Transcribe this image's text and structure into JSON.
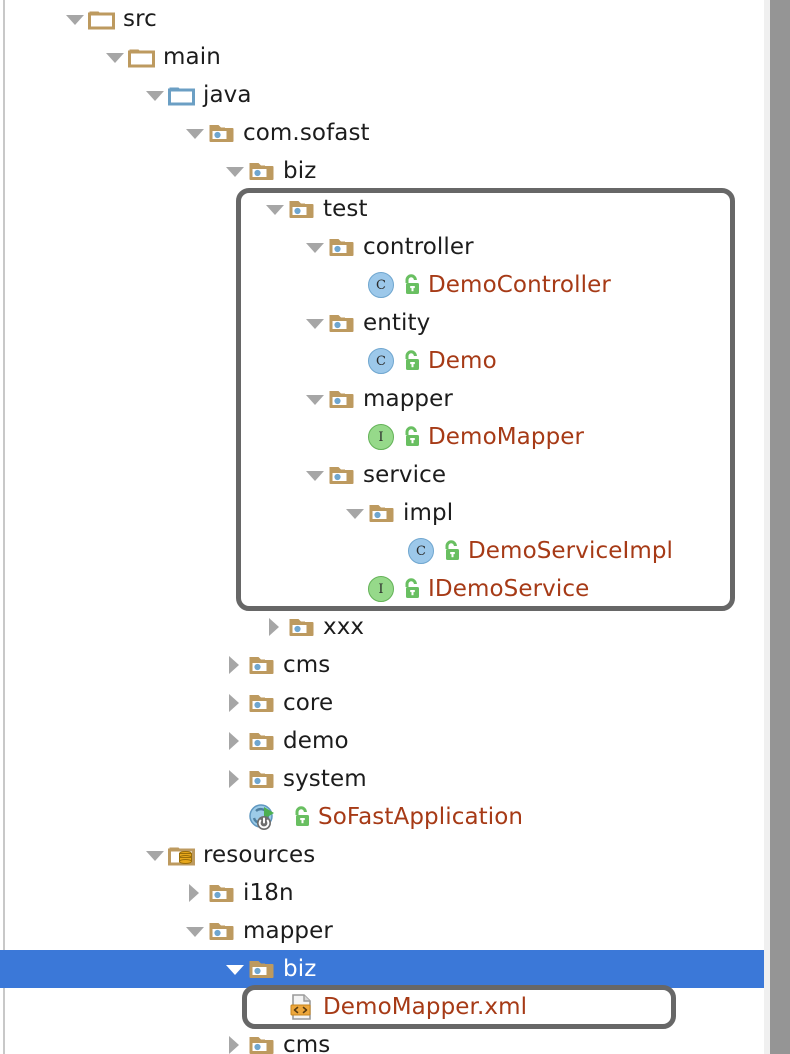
{
  "panel": {
    "name": "project-tree",
    "selection_color": "#3b78d8",
    "code_text_color": "#a63a16",
    "text_color": "#1c1c1c",
    "folder_color": "#bd9a5f",
    "highlight_box_color": "#676767"
  },
  "tree": [
    {
      "label": "src",
      "indent": 1,
      "arrow": "down",
      "icon": "folder-plain",
      "type": "folder",
      "selected": false
    },
    {
      "label": "main",
      "indent": 2,
      "arrow": "down",
      "icon": "folder-plain",
      "type": "folder",
      "selected": false
    },
    {
      "label": "java",
      "indent": 3,
      "arrow": "down",
      "icon": "folder-source",
      "type": "folder",
      "selected": false
    },
    {
      "label": "com.sofast",
      "indent": 4,
      "arrow": "down",
      "icon": "folder-pkg",
      "type": "package",
      "selected": false
    },
    {
      "label": "biz",
      "indent": 5,
      "arrow": "down",
      "icon": "folder-pkg",
      "type": "package",
      "selected": false
    },
    {
      "label": "test",
      "indent": 6,
      "arrow": "down",
      "icon": "folder-pkg",
      "type": "package",
      "selected": false
    },
    {
      "label": "controller",
      "indent": 7,
      "arrow": "down",
      "icon": "folder-pkg",
      "type": "package",
      "selected": false
    },
    {
      "label": "DemoController",
      "indent": 8,
      "arrow": "none",
      "icon": "class",
      "type": "class",
      "selected": false
    },
    {
      "label": "entity",
      "indent": 7,
      "arrow": "down",
      "icon": "folder-pkg",
      "type": "package",
      "selected": false
    },
    {
      "label": "Demo",
      "indent": 8,
      "arrow": "none",
      "icon": "class",
      "type": "class",
      "selected": false
    },
    {
      "label": "mapper",
      "indent": 7,
      "arrow": "down",
      "icon": "folder-pkg",
      "type": "package",
      "selected": false
    },
    {
      "label": "DemoMapper",
      "indent": 8,
      "arrow": "none",
      "icon": "interface",
      "type": "interface",
      "selected": false
    },
    {
      "label": "service",
      "indent": 7,
      "arrow": "down",
      "icon": "folder-pkg",
      "type": "package",
      "selected": false
    },
    {
      "label": "impl",
      "indent": 8,
      "arrow": "down",
      "icon": "folder-pkg",
      "type": "package",
      "selected": false
    },
    {
      "label": "DemoServiceImpl",
      "indent": 9,
      "arrow": "none",
      "icon": "class",
      "type": "class",
      "selected": false
    },
    {
      "label": "IDemoService",
      "indent": 8,
      "arrow": "none",
      "icon": "interface",
      "type": "interface",
      "selected": false
    },
    {
      "label": "xxx",
      "indent": 6,
      "arrow": "right",
      "icon": "folder-pkg",
      "type": "package",
      "selected": false
    },
    {
      "label": "cms",
      "indent": 5,
      "arrow": "right",
      "icon": "folder-pkg",
      "type": "package",
      "selected": false
    },
    {
      "label": "core",
      "indent": 5,
      "arrow": "right",
      "icon": "folder-pkg",
      "type": "package",
      "selected": false
    },
    {
      "label": "demo",
      "indent": 5,
      "arrow": "right",
      "icon": "folder-pkg",
      "type": "package",
      "selected": false
    },
    {
      "label": "system",
      "indent": 5,
      "arrow": "right",
      "icon": "folder-pkg",
      "type": "package",
      "selected": false
    },
    {
      "label": "SoFastApplication",
      "indent": 5,
      "arrow": "none",
      "icon": "spring-boot",
      "type": "class",
      "selected": false
    },
    {
      "label": "resources",
      "indent": 3,
      "arrow": "down",
      "icon": "folder-res",
      "type": "folder",
      "selected": false
    },
    {
      "label": "i18n",
      "indent": 4,
      "arrow": "right",
      "icon": "folder-pkg",
      "type": "package",
      "selected": false
    },
    {
      "label": "mapper",
      "indent": 4,
      "arrow": "down",
      "icon": "folder-pkg",
      "type": "package",
      "selected": false
    },
    {
      "label": "biz",
      "indent": 5,
      "arrow": "down",
      "icon": "folder-pkg",
      "type": "package",
      "selected": true
    },
    {
      "label": "DemoMapper.xml",
      "indent": 6,
      "arrow": "none",
      "icon": "xml-file",
      "type": "xml",
      "selected": false
    },
    {
      "label": "cms",
      "indent": 5,
      "arrow": "right",
      "icon": "folder-pkg",
      "type": "package",
      "selected": false
    }
  ],
  "annotations": [
    {
      "name": "test-package-highlight",
      "target": "test"
    },
    {
      "name": "demo-mapper-xml-highlight",
      "target": "DemoMapper.xml"
    }
  ],
  "scrollbar": {
    "name": "vertical-scrollbar",
    "color": "#959595"
  }
}
